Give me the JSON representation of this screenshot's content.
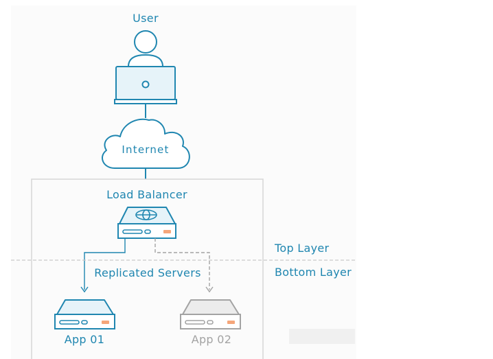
{
  "nodes": {
    "user": {
      "label": "User"
    },
    "internet": {
      "label": "Internet"
    },
    "load_balancer": {
      "label": "Load Balancer"
    },
    "replicated_servers": {
      "label": "Replicated Servers"
    },
    "app_01": {
      "label": "App 01",
      "state": "active"
    },
    "app_02": {
      "label": "App 02",
      "state": "standby"
    }
  },
  "layers": {
    "top": "Top Layer",
    "bottom": "Bottom Layer"
  },
  "icons": [
    "user-icon",
    "laptop-icon",
    "cloud-icon",
    "load-balancer-icon",
    "globe-icon",
    "server-icon"
  ],
  "colors": {
    "primary": "#1f86b0",
    "light_fill": "#e6f3f9",
    "muted": "#a3a3a3",
    "muted_fill": "#ececec",
    "accent": "#f5a67a",
    "frame": "#d6d6d6",
    "divider": "#c9c9c9",
    "watermark": "#f0f0f0"
  }
}
